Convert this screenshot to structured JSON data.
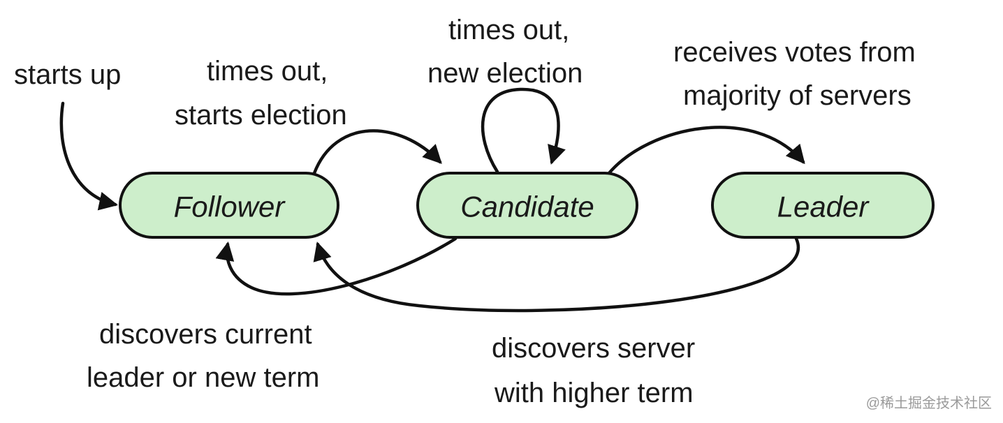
{
  "states": {
    "follower": "Follower",
    "candidate": "Candidate",
    "leader": "Leader"
  },
  "transitions": {
    "starts_up": {
      "lines": [
        "starts up"
      ]
    },
    "follower_times_out": {
      "lines": [
        "times out,",
        "starts election"
      ]
    },
    "candidate_times_out": {
      "lines": [
        "times out,",
        "new election"
      ]
    },
    "receives_votes": {
      "lines": [
        "receives votes from",
        "majority of servers"
      ]
    },
    "discovers_current_leader": {
      "lines": [
        "discovers current",
        "leader or new term"
      ]
    },
    "discovers_higher_term": {
      "lines": [
        "discovers server",
        "with higher term"
      ]
    }
  },
  "watermark": "@稀土掘金技术社区"
}
